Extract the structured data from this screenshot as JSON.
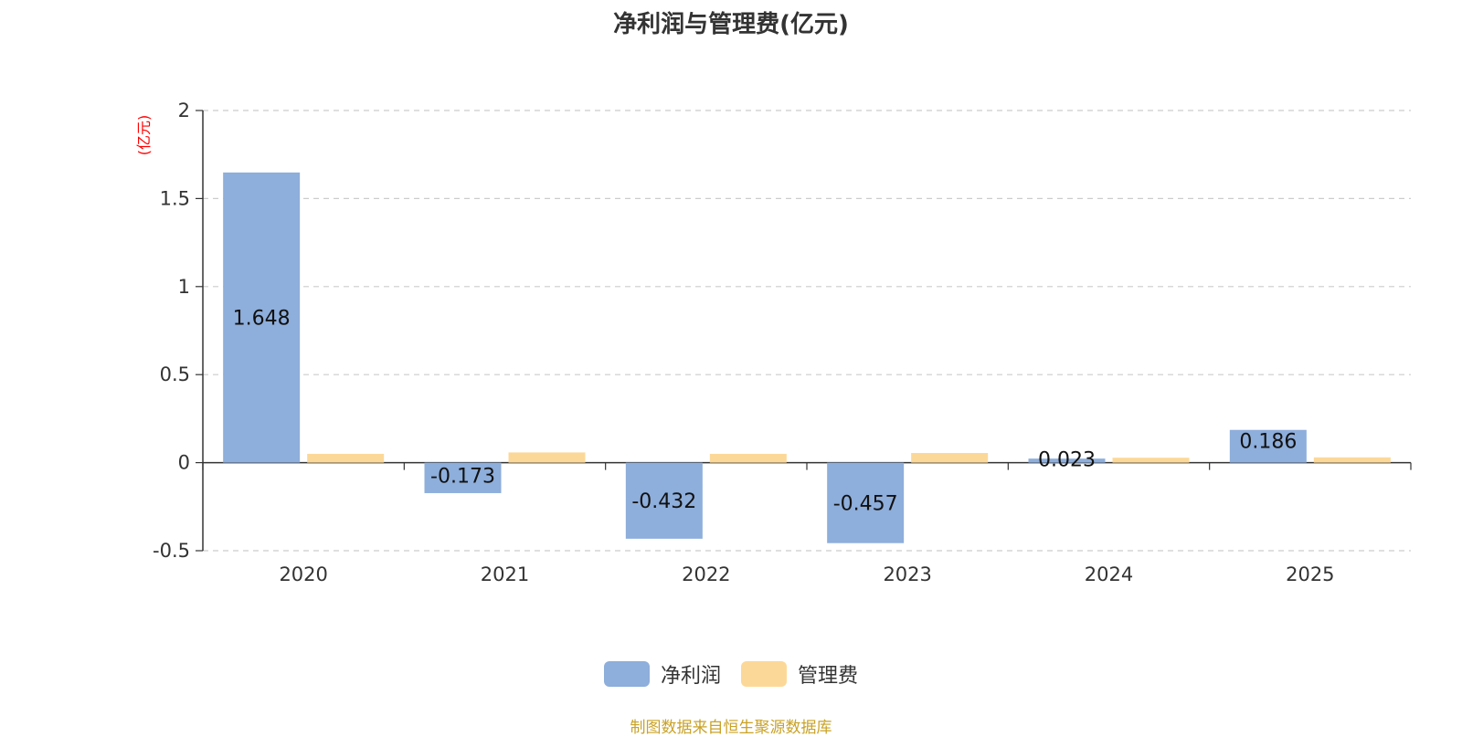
{
  "chart_data": {
    "type": "bar",
    "title": "净利润与管理费(亿元)",
    "ylabel": "(亿元)",
    "xlabel": "",
    "categories": [
      "2020",
      "2021",
      "2022",
      "2023",
      "2024",
      "2025"
    ],
    "series": [
      {
        "name": "净利润",
        "values": [
          1.648,
          -0.173,
          -0.432,
          -0.457,
          0.023,
          0.186
        ],
        "color": "#8eaedb",
        "labels": [
          "1.648",
          "-0.173",
          "-0.432",
          "-0.457",
          "0.023",
          "0.186"
        ]
      },
      {
        "name": "管理费",
        "values": [
          0.05,
          0.058,
          0.05,
          0.055,
          0.028,
          0.03
        ],
        "color": "#fcd898"
      }
    ],
    "ylim": [
      -0.5,
      2
    ],
    "yticks": [
      "-0.5",
      "0",
      "0.5",
      "1",
      "1.5",
      "2"
    ],
    "grid": true,
    "legend_position": "bottom"
  },
  "footer": {
    "text": "制图数据来自恒生聚源数据库",
    "color": "#c9a227"
  },
  "colors": {
    "ylabel": "#ff0000",
    "axis": "#333333",
    "grid": "#cccccc"
  }
}
